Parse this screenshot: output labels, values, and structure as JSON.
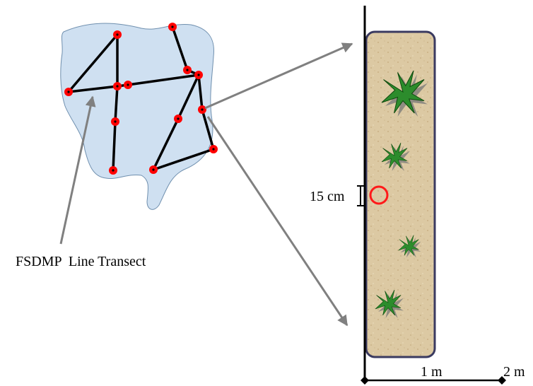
{
  "labels": {
    "transect": "FSDMP  Line Transect",
    "plot_width": "15 cm",
    "tick_1m": "1 m",
    "tick_2m": "2 m"
  },
  "colors": {
    "region_fill": "#cfe0f1",
    "region_stroke": "#6f8fae",
    "point_fill": "#ff0000",
    "line": "#000000",
    "arrow": "#808080",
    "strip_fill": "#d9c6a0",
    "strip_stroke": "#3a3a60",
    "plant": "#2c8c2c",
    "circle": "#ff0000"
  },
  "icons": {
    "transect_point": "red-point-icon",
    "plant": "plant-icon",
    "sampling_circle": "sampling-circle-icon"
  }
}
